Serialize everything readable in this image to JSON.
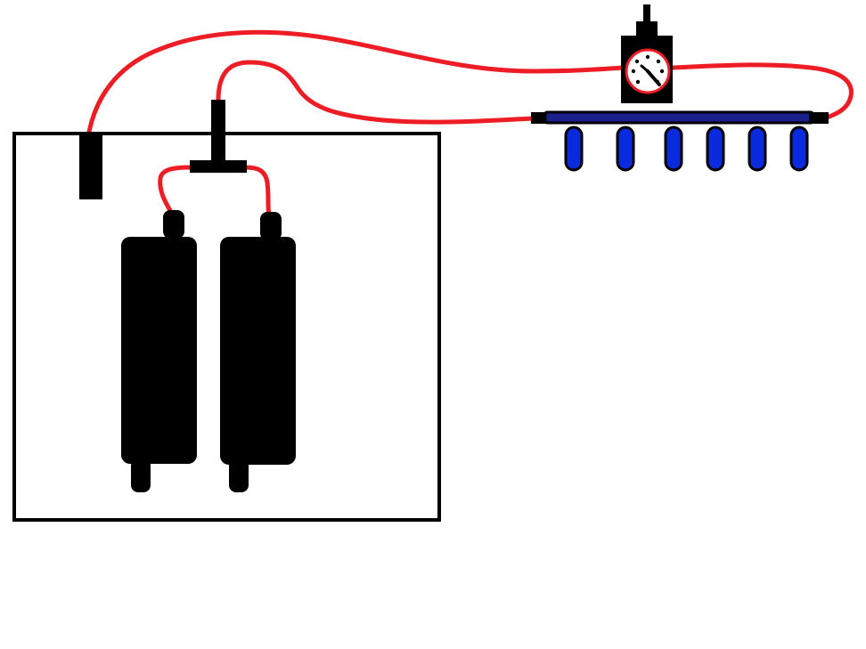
{
  "colors": {
    "background": "#ffffff",
    "outline": "#000000",
    "component": "#000000",
    "tubing": "#ee1c24",
    "manifold": "#1a1f8c",
    "outlet": "#0a2bdd",
    "gauge_face": "#ffffff"
  },
  "components": {
    "enclosure": "box-outline",
    "pumps": [
      "pump-cylinder",
      "pump-cylinder"
    ],
    "splitter": "t-connector",
    "wall_port": "wall-fitting",
    "gauge": "pressure-gauge",
    "manifold": "distribution-manifold",
    "outlet_count": 6
  }
}
